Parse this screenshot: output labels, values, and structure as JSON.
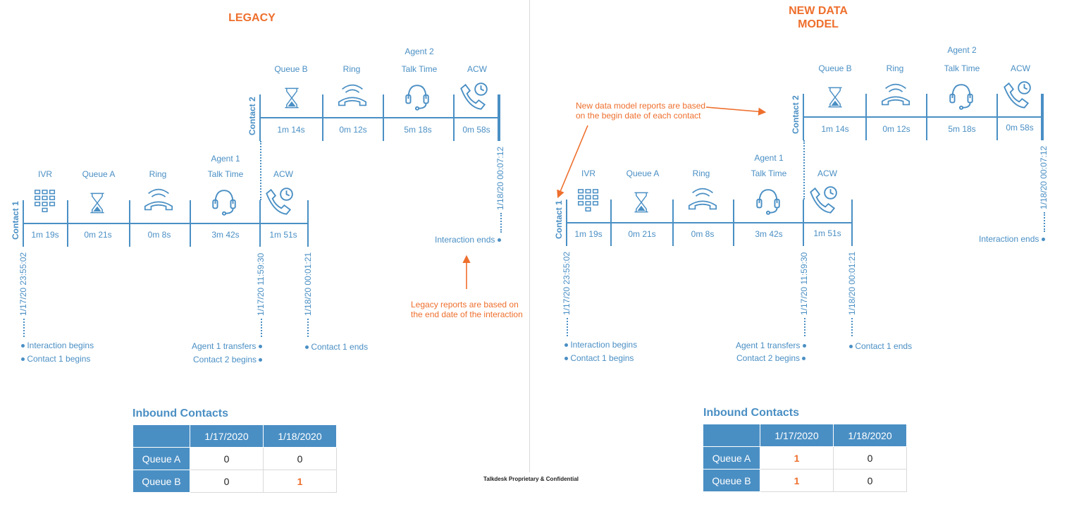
{
  "legacy": {
    "title": "LEGACY",
    "contact1": {
      "label": "Contact 1",
      "phases": [
        {
          "name": "IVR",
          "icon": "ivr-keypad-icon",
          "duration": "1m 19s"
        },
        {
          "name": "Queue A",
          "icon": "hourglass-icon",
          "duration": "0m 21s"
        },
        {
          "name": "Ring",
          "icon": "ringing-phone-icon",
          "duration": "0m 8s"
        },
        {
          "name": "Talk Time",
          "icon": "headset-icon",
          "duration": "3m 42s",
          "agent": "Agent 1"
        },
        {
          "name": "ACW",
          "icon": "phone-clock-icon",
          "duration": "1m 51s"
        }
      ],
      "start_date": "1/17/20 23:55:02",
      "transfer_date": "1/17/20 11:59:30",
      "end_date": "1/18/20 00:01:21"
    },
    "contact2": {
      "label": "Contact 2",
      "phases": [
        {
          "name": "Queue B",
          "icon": "hourglass-icon",
          "duration": "1m 14s"
        },
        {
          "name": "Ring",
          "icon": "ringing-phone-icon",
          "duration": "0m 12s"
        },
        {
          "name": "Talk Time",
          "icon": "headset-icon",
          "duration": "5m 18s",
          "agent": "Agent 2"
        },
        {
          "name": "ACW",
          "icon": "phone-clock-icon",
          "duration": "0m 58s"
        }
      ],
      "end_date": "1/18/20 00:07:12"
    },
    "events": {
      "interaction_begins": "Interaction begins",
      "contact1_begins": "Contact 1 begins",
      "agent1_transfers": "Agent 1 transfers",
      "contact2_begins": "Contact 2 begins",
      "contact1_ends": "Contact 1 ends",
      "interaction_ends": "Interaction ends"
    },
    "note_line1": "Legacy reports are based on",
    "note_line2": "the end date of the interaction",
    "table": {
      "title": "Inbound Contacts",
      "columns": [
        "1/17/2020",
        "1/18/2020"
      ],
      "rows": [
        {
          "label": "Queue A",
          "values": [
            "0",
            "0"
          ]
        },
        {
          "label": "Queue B",
          "values": [
            "0",
            "1"
          ]
        }
      ]
    }
  },
  "new_model": {
    "title_line1": "NEW DATA",
    "title_line2": "MODEL",
    "note_line1": "New data model reports are based",
    "note_line2": "on the begin date of each contact",
    "table": {
      "title": "Inbound Contacts",
      "columns": [
        "1/17/2020",
        "1/18/2020"
      ],
      "rows": [
        {
          "label": "Queue A",
          "values": [
            "1",
            "0"
          ]
        },
        {
          "label": "Queue B",
          "values": [
            "1",
            "0"
          ]
        }
      ]
    }
  },
  "footer": "Talkdesk Proprietary & Confidential",
  "colors": {
    "accent": "#ee6f2d",
    "primary": "#4a8fc4"
  }
}
